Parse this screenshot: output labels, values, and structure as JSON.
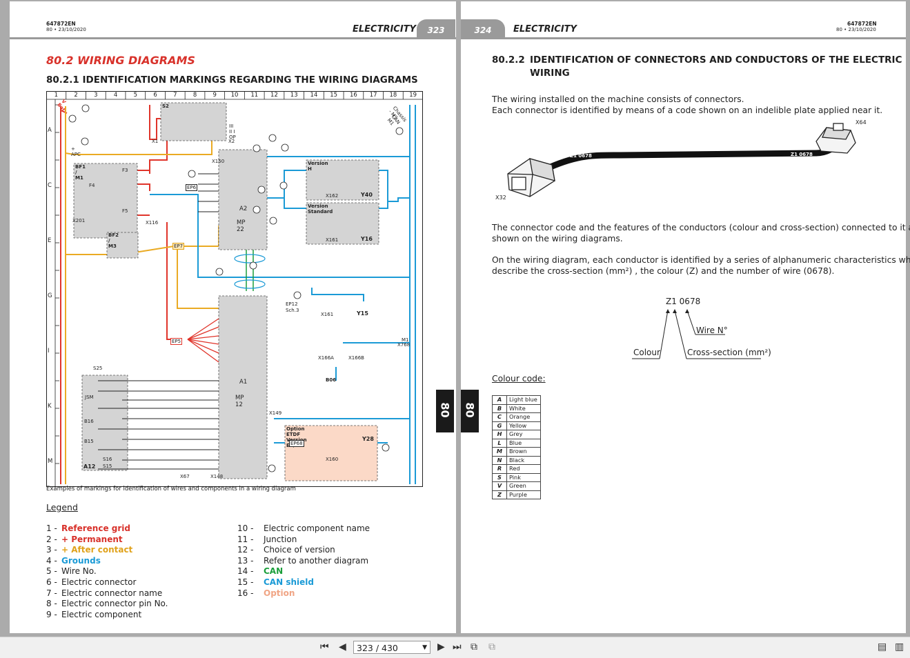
{
  "left_page": {
    "doc_code": "647872EN",
    "doc_sub": "80 • 23/10/2020",
    "section": "ELECTRICITY",
    "page_number": "323",
    "heading": "80.2  WIRING DIAGRAMS",
    "subheading": "80.2.1   IDENTIFICATION MARKINGS REGARDING THE WIRING DIAGRAMS",
    "grid_columns": [
      "1",
      "2",
      "3",
      "4",
      "5",
      "6",
      "7",
      "8",
      "9",
      "10",
      "11",
      "12",
      "13",
      "14",
      "15",
      "16",
      "17",
      "18",
      "19"
    ],
    "grid_rows": [
      "A",
      "C",
      "E",
      "G",
      "I",
      "K",
      "M"
    ],
    "diagram_labels": {
      "vbat": "V Bat",
      "apc": "+ APC",
      "s2": "S2",
      "x1": "X1",
      "x2": "X2",
      "iiiop": "III II I OP",
      "x150": "X150",
      "bf1": "BF1 / M1",
      "f3": "F3",
      "f4": "F4",
      "f5": "F5",
      "x201": "X201",
      "x116": "X116",
      "ep6": "EP6",
      "a2": "A2",
      "mp22": "MP 22",
      "version_h": "Version H",
      "version_std": "Version Standard",
      "x162": "X162",
      "x161a": "X161",
      "y40": "Y40",
      "y16": "Y16",
      "bf2": "BF2 / M3",
      "ep7": "EP7",
      "chassis": "Chassis - M3",
      "can_m1": "CAN M1",
      "ep12": "EP12",
      "sch3": "Sch.3",
      "x161": "X161",
      "y15": "Y15",
      "ep5": "EP5",
      "m1": "M1",
      "x768": "X768",
      "x166a": "X166A",
      "x166b": "X166B",
      "b06": "B06",
      "s25": "S25",
      "jsm": "JSM",
      "b16": "B16",
      "b15": "B15",
      "s16": "S16",
      "a12": "A12",
      "s15": "S15",
      "x67": "X67",
      "x148": "X148",
      "a1": "A1",
      "mp12": "MP 12",
      "x149": "X149",
      "option_etdf": "Option ETDF Version EP/RC",
      "ep68": "EP68",
      "y28": "Y28",
      "x160": "X160"
    },
    "caption": "Examples of markings for identification of wires and components in a wiring diagram",
    "legend_title": "Legend",
    "legend_items": [
      {
        "num": "1 -",
        "text": "Reference grid",
        "color": "#d8312a",
        "bold": true
      },
      {
        "num": "2 -",
        "text": "+ Permanent",
        "color": "#d8312a",
        "bold": true
      },
      {
        "num": "3 -",
        "text": "+ After contact",
        "color": "#e0a21b",
        "bold": true
      },
      {
        "num": "4 -",
        "text": "Grounds",
        "color": "#1a9ad6",
        "bold": true
      },
      {
        "num": "5 -",
        "text": "Wire No.",
        "color": "#222222",
        "bold": false
      },
      {
        "num": "6 -",
        "text": "Electric connector",
        "color": "#222222",
        "bold": false
      },
      {
        "num": "7 -",
        "text": "Electric connector name",
        "color": "#222222",
        "bold": false
      },
      {
        "num": "8 -",
        "text": "Electric connector pin No.",
        "color": "#222222",
        "bold": false
      },
      {
        "num": "9 -",
        "text": "Electric component",
        "color": "#222222",
        "bold": false
      },
      {
        "num": "10 -",
        "text": "Electric component name",
        "color": "#222222",
        "bold": false
      },
      {
        "num": "11 -",
        "text": "Junction",
        "color": "#222222",
        "bold": false
      },
      {
        "num": "12 -",
        "text": "Choice of version",
        "color": "#222222",
        "bold": false
      },
      {
        "num": "13 -",
        "text": "Refer to another diagram",
        "color": "#222222",
        "bold": false
      },
      {
        "num": "14 -",
        "text": "CAN",
        "color": "#1a9e3a",
        "bold": true
      },
      {
        "num": "15 -",
        "text": "CAN shield",
        "color": "#1a9ad6",
        "bold": true
      },
      {
        "num": "16 -",
        "text": "Option",
        "color": "#f0a585",
        "bold": true
      }
    ],
    "side_tab": "80"
  },
  "right_page": {
    "doc_code": "647872EN",
    "doc_sub": "80 • 23/10/2020",
    "section": "ELECTRICITY",
    "page_number": "324",
    "heading_num": "80.2.2",
    "heading_line1": "IDENTIFICATION OF CONNECTORS AND CONDUCTORS OF THE ELECTRIC",
    "heading_line2": "WIRING",
    "para1_line1": "The wiring installed on the machine consists of connectors.",
    "para1_line2": "Each connector is identified by means of a code shown on an indelible plate applied near it.",
    "connector_left": "X32",
    "connector_right": "X64",
    "cable_label": "Z1 0678",
    "para2_line1": "The connector code and the features of the conductors (colour and cross-section) connected to it are",
    "para2_line2": "shown on the wiring diagrams.",
    "para3_line1": "On the wiring diagram, each conductor is identified by a series of alphanumeric characteristics which",
    "para3_line2": "describe the cross-section (mm²) , the colour (Z) and the number of wire (0678).",
    "code_example": "Z1 0678",
    "label_wire": "Wire N°",
    "label_colour": "Colour",
    "label_cross": "Cross-section (mm²)",
    "colour_code_title": "Colour code:",
    "colour_codes": [
      {
        "k": "A",
        "v": "Light blue"
      },
      {
        "k": "B",
        "v": "White"
      },
      {
        "k": "C",
        "v": "Orange"
      },
      {
        "k": "G",
        "v": "Yellow"
      },
      {
        "k": "H",
        "v": "Grey"
      },
      {
        "k": "L",
        "v": "Blue"
      },
      {
        "k": "M",
        "v": "Brown"
      },
      {
        "k": "N",
        "v": "Black"
      },
      {
        "k": "R",
        "v": "Red"
      },
      {
        "k": "S",
        "v": "Pink"
      },
      {
        "k": "V",
        "v": "Green"
      },
      {
        "k": "Z",
        "v": "Purple"
      }
    ],
    "side_tab": "80"
  },
  "viewer": {
    "page_indicator": "323 / 430"
  }
}
